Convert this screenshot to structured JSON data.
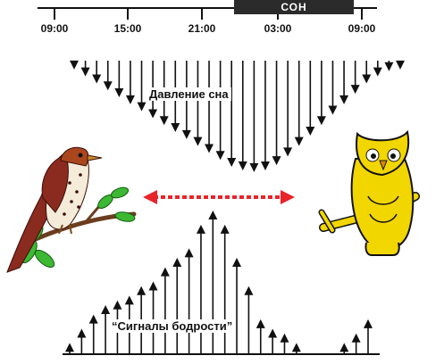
{
  "timeline": {
    "ticks": [
      "09:00",
      "15:00",
      "21:00",
      "03:00",
      "09:00"
    ],
    "sleep_label": "СОН"
  },
  "labels": {
    "sleep_pressure": "Давление сна",
    "wake_signals": "“Сигналы бодрости”"
  },
  "chart_data": {
    "type": "diagram",
    "sleep_pressure_arrows": [
      3,
      7,
      11,
      15,
      19,
      23,
      27,
      31,
      35,
      39,
      43,
      47,
      51,
      55,
      59,
      61,
      62,
      61,
      58,
      53,
      47,
      41,
      35,
      29,
      23,
      17,
      11,
      7,
      4,
      3
    ],
    "wake_signal_arrows": [
      2,
      5,
      8,
      10,
      11,
      12,
      14,
      15,
      18,
      20,
      22,
      27,
      30,
      27,
      20,
      14,
      7,
      5,
      4,
      2,
      0,
      0,
      0,
      2,
      4,
      7
    ]
  },
  "colors": {
    "timeline": "#111111",
    "sleep_bar": "#2b2b2b",
    "double_arrow": "#e8232a",
    "thrush_body": "#8b2a1e",
    "owl_body": "#f2d600",
    "leaf": "#3cb832"
  }
}
